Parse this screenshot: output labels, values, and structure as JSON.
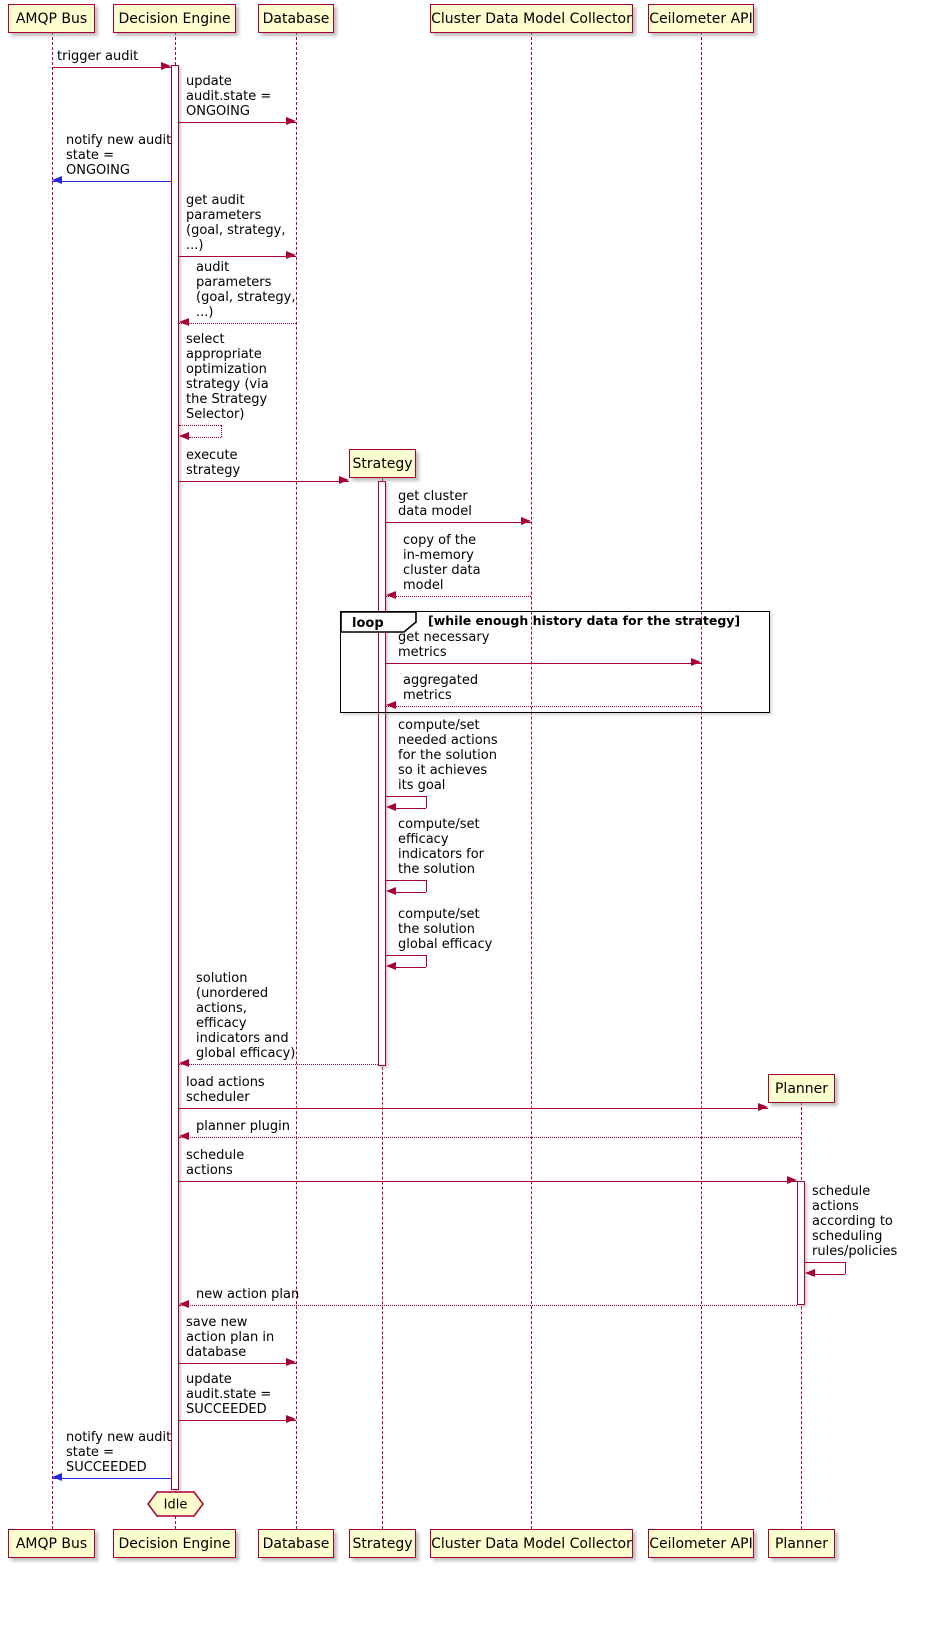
{
  "participants": {
    "top": [
      "AMQP Bus",
      "Decision Engine",
      "Database",
      "Cluster Data Model Collector",
      "Ceilometer API"
    ],
    "created": [
      "Strategy",
      "Planner"
    ],
    "bottom": [
      "AMQP Bus",
      "Decision Engine",
      "Database",
      "Strategy",
      "Cluster Data Model Collector",
      "Ceilometer API",
      "Planner"
    ]
  },
  "loop": {
    "keyword": "loop",
    "condition": "[while enough history data for the strategy]"
  },
  "end_state": "Idle",
  "messages": [
    {
      "from": "AMQP Bus",
      "to": "Decision Engine",
      "kind": "solid",
      "text": "trigger audit"
    },
    {
      "from": "Decision Engine",
      "to": "Database",
      "kind": "solid",
      "text": "update\naudit.state =\nONGOING"
    },
    {
      "from": "Decision Engine",
      "to": "AMQP Bus",
      "kind": "solid-blue",
      "text": "notify new audit\nstate =\nONGOING"
    },
    {
      "from": "Decision Engine",
      "to": "Database",
      "kind": "solid",
      "text": "get audit\nparameters\n(goal, strategy,\n...)"
    },
    {
      "from": "Database",
      "to": "Decision Engine",
      "kind": "dotted-return",
      "text": "audit\nparameters\n(goal, strategy,\n...)"
    },
    {
      "from": "Decision Engine",
      "to": "Decision Engine",
      "kind": "self-dotted",
      "text": "select\nappropriate\noptimization\nstrategy (via\nthe Strategy\nSelector)"
    },
    {
      "from": "Decision Engine",
      "to": "Strategy",
      "kind": "solid-create",
      "text": "execute\nstrategy"
    },
    {
      "from": "Strategy",
      "to": "Cluster Data Model Collector",
      "kind": "solid",
      "text": "get cluster\ndata model"
    },
    {
      "from": "Cluster Data Model Collector",
      "to": "Strategy",
      "kind": "dotted-return",
      "text": "copy of the\nin-memory\ncluster data\nmodel"
    },
    {
      "from": "Strategy",
      "to": "Ceilometer API",
      "kind": "solid",
      "text": "get necessary\nmetrics"
    },
    {
      "from": "Ceilometer API",
      "to": "Strategy",
      "kind": "dotted-return",
      "text": "aggregated\nmetrics"
    },
    {
      "from": "Strategy",
      "to": "Strategy",
      "kind": "self-solid",
      "text": "compute/set\nneeded actions\nfor the solution\nso it achieves\nits goal"
    },
    {
      "from": "Strategy",
      "to": "Strategy",
      "kind": "self-solid",
      "text": "compute/set\nefficacy\nindicators for\nthe solution"
    },
    {
      "from": "Strategy",
      "to": "Strategy",
      "kind": "self-solid",
      "text": "compute/set\nthe solution\nglobal efficacy"
    },
    {
      "from": "Strategy",
      "to": "Decision Engine",
      "kind": "dotted-return",
      "text": "solution\n(unordered\nactions,\nefficacy\nindicators and\nglobal efficacy)"
    },
    {
      "from": "Decision Engine",
      "to": "Planner",
      "kind": "solid-create",
      "text": "load actions\nscheduler"
    },
    {
      "from": "Planner",
      "to": "Decision Engine",
      "kind": "dotted-return",
      "text": "planner plugin"
    },
    {
      "from": "Decision Engine",
      "to": "Planner",
      "kind": "solid",
      "text": "schedule\nactions"
    },
    {
      "from": "Planner",
      "to": "Planner",
      "kind": "self-solid",
      "text": "schedule\nactions\naccording to\nscheduling\nrules/policies"
    },
    {
      "from": "Planner",
      "to": "Decision Engine",
      "kind": "dotted-return",
      "text": "new action plan"
    },
    {
      "from": "Decision Engine",
      "to": "Database",
      "kind": "solid",
      "text": "save new\naction plan in\ndatabase"
    },
    {
      "from": "Decision Engine",
      "to": "Database",
      "kind": "solid",
      "text": "update\naudit.state =\nSUCCEEDED"
    },
    {
      "from": "Decision Engine",
      "to": "AMQP Bus",
      "kind": "solid-blue",
      "text": "notify new audit\nstate =\nSUCCEEDED"
    }
  ],
  "colors": {
    "participant_fill": "#FEFECE",
    "stroke": "#A80036",
    "notify_arrow": "#2828DC",
    "frame_border": "#000000"
  }
}
